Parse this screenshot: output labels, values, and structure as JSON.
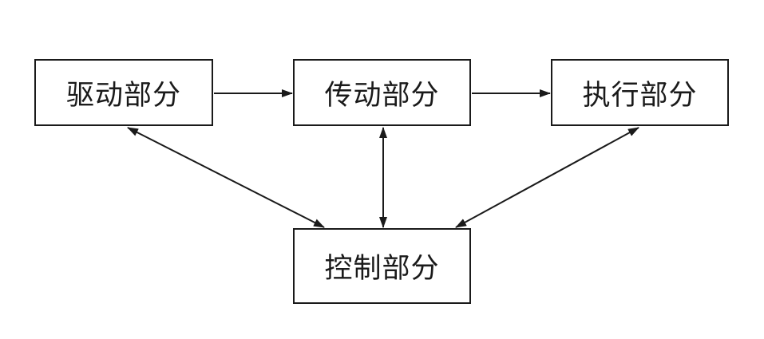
{
  "nodes": {
    "drive": {
      "label": "驱动部分"
    },
    "trans": {
      "label": "传动部分"
    },
    "exec": {
      "label": "执行部分"
    },
    "control": {
      "label": "控制部分"
    }
  },
  "edges": [
    {
      "from": "drive",
      "to": "trans",
      "direction": "forward"
    },
    {
      "from": "trans",
      "to": "exec",
      "direction": "forward"
    },
    {
      "from": "drive",
      "to": "control",
      "direction": "both"
    },
    {
      "from": "trans",
      "to": "control",
      "direction": "both"
    },
    {
      "from": "exec",
      "to": "control",
      "direction": "both"
    }
  ],
  "colors": {
    "line": "#1a1a1a",
    "background": "#ffffff"
  }
}
